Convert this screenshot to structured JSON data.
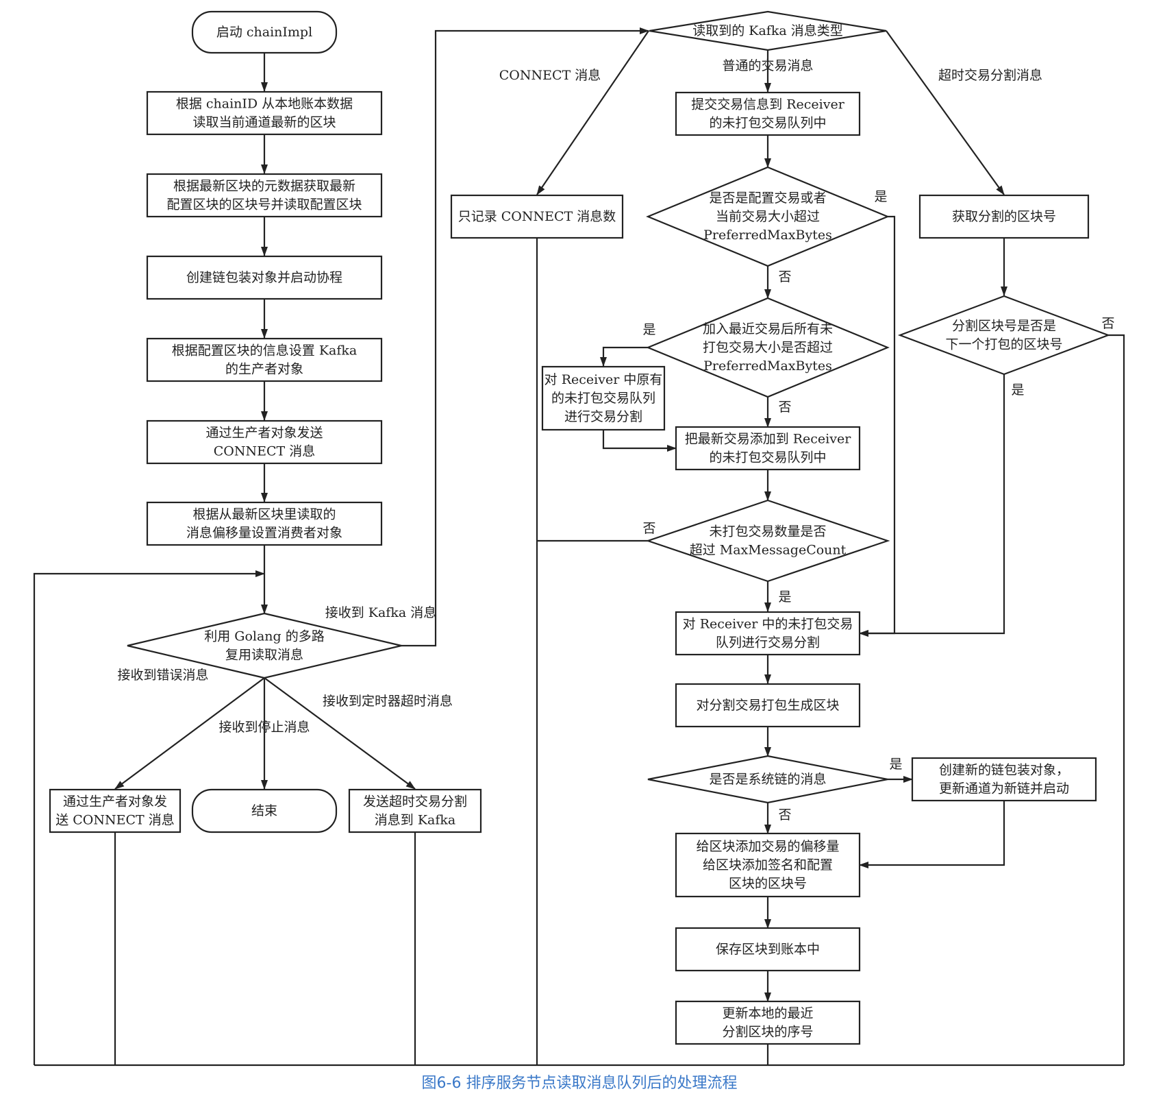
{
  "nodes": {
    "start": [
      "启动 chainImpl"
    ],
    "read_block": [
      "根据 chainID 从本地账本数据",
      "读取当前通道最新的区块"
    ],
    "read_config": [
      "根据最新区块的元数据获取最新",
      "配置区块的区块号并读取配置区块"
    ],
    "create_chain": [
      "创建链包装对象并启动协程"
    ],
    "set_producer": [
      "根据配置区块的信息设置 Kafka",
      "的生产者对象"
    ],
    "send_connect": [
      "通过生产者对象发送",
      "CONNECT 消息"
    ],
    "set_consumer": [
      "根据从最新区块里读取的",
      "消息偏移量设置消费者对象"
    ],
    "select": [
      "利用 Golang 的多路",
      "复用读取消息"
    ],
    "err_connect": [
      "通过生产者对象发",
      "送 CONNECT 消息"
    ],
    "end": [
      "结束"
    ],
    "send_ttc": [
      "发送超时交易分割",
      "消息到 Kafka"
    ],
    "msg_type": [
      "读取到的 Kafka 消息类型"
    ],
    "count_connect": [
      "只记录 CONNECT 消息数"
    ],
    "submit_tx": [
      "提交交易信息到 Receiver",
      "的未打包交易队列中"
    ],
    "get_cut_num": [
      "获取分割的区块号"
    ],
    "is_config": [
      "是否是配置交易或者",
      "当前交易大小超过",
      "PreferredMaxBytes"
    ],
    "exceed_size": [
      "加入最近交易后所有未",
      "打包交易大小是否超过",
      "PreferredMaxBytes"
    ],
    "is_next_block": [
      "分割区块号是否是",
      "下一个打包的区块号"
    ],
    "cut_original": [
      "对 Receiver 中原有",
      "的未打包交易队列",
      "进行交易分割"
    ],
    "add_latest": [
      "把最新交易添加到 Receiver",
      "的未打包交易队列中"
    ],
    "exceed_count": [
      "未打包交易数量是否",
      "超过 MaxMessageCount"
    ],
    "cut_pending": [
      "对 Receiver 中的未打包交易",
      "队列进行交易分割"
    ],
    "package_block": [
      "对分割交易打包生成区块"
    ],
    "is_system": [
      "是否是系统链的消息"
    ],
    "create_new_chain": [
      "创建新的链包装对象，",
      "更新通道为新链并启动"
    ],
    "add_offset": [
      "给区块添加交易的偏移量",
      "给区块添加签名和配置",
      "区块的区块号"
    ],
    "save_block": [
      "保存区块到账本中"
    ],
    "update_seq": [
      "更新本地的最近",
      "分割区块的序号"
    ]
  },
  "edge_labels": {
    "recv_kafka": "接收到 Kafka 消息",
    "recv_error": "接收到错误消息",
    "recv_stop": "接收到停止消息",
    "recv_timer": "接收到定时器超时消息",
    "connect_msg": "CONNECT 消息",
    "normal_msg": "普通的交易消息",
    "ttc_msg": "超时交易分割消息",
    "config_yes": "是",
    "config_no": "否",
    "size_yes": "是",
    "size_no": "否",
    "next_block_no": "否",
    "next_block_yes": "是",
    "count_no": "否",
    "count_yes": "是",
    "system_yes": "是",
    "system_no": "否"
  },
  "caption": "图6-6 排序服务节点读取消息队列后的处理流程",
  "colors": {
    "stroke": "#222222",
    "caption": "#3a78c8",
    "background": "#ffffff"
  }
}
